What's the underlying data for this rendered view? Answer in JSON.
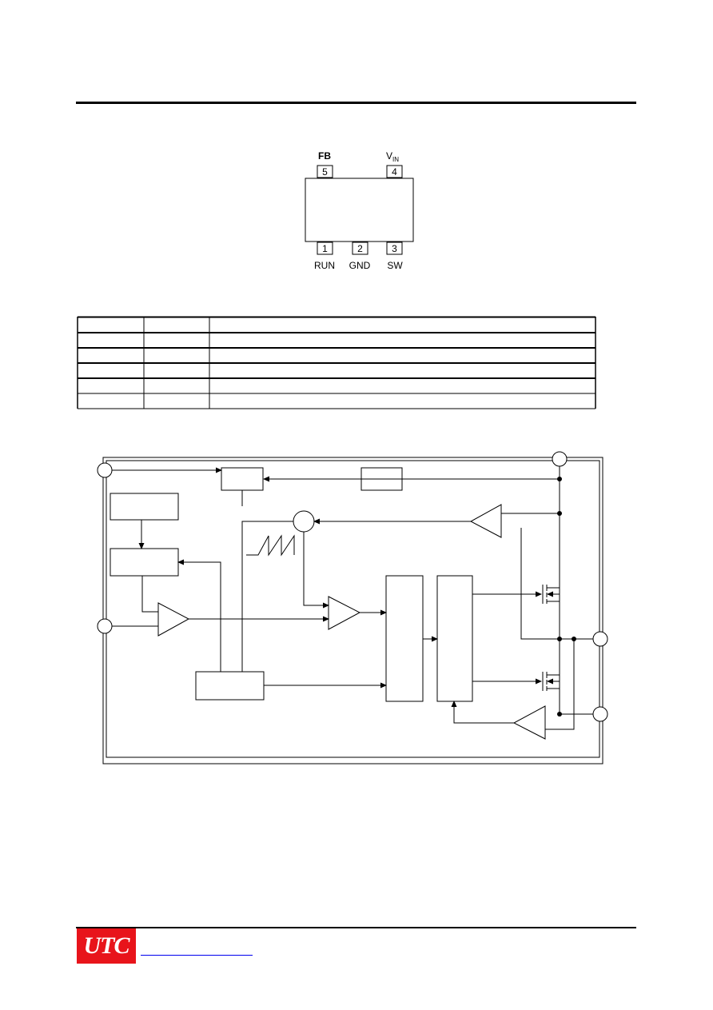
{
  "package": {
    "pins_top": [
      {
        "number": "5",
        "label": "FB"
      },
      {
        "number": "4",
        "label": "V",
        "subscript": "IN"
      }
    ],
    "pins_bottom": [
      {
        "number": "1",
        "label": "RUN"
      },
      {
        "number": "2",
        "label": "GND"
      },
      {
        "number": "3",
        "label": "SW"
      }
    ]
  },
  "pin_table": {
    "rows": 5,
    "columns": 3
  },
  "footer": {
    "logo_text": "UTC",
    "logo_color": "#e8141b",
    "link_color": "#0000ee"
  }
}
